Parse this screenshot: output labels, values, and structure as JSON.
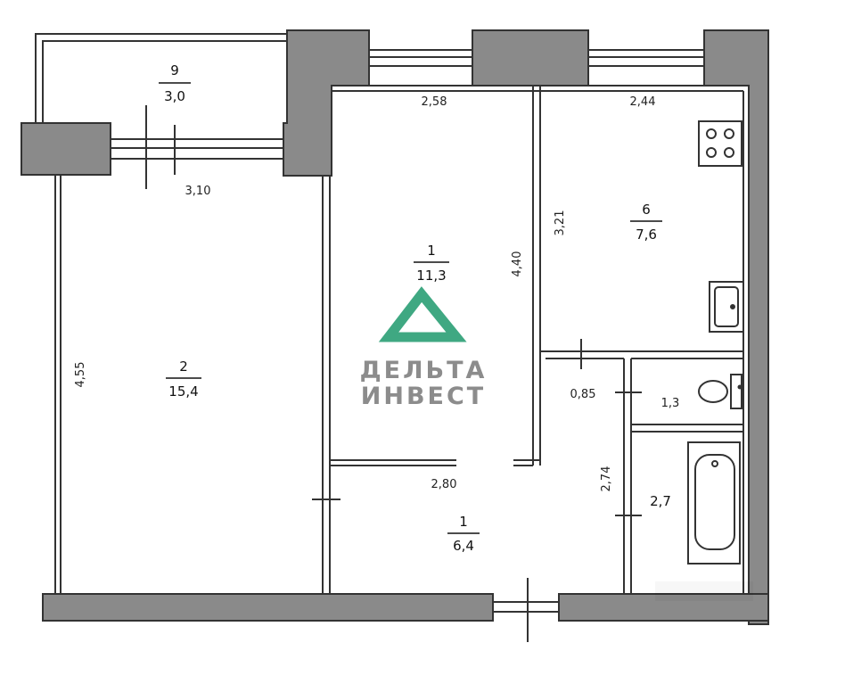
{
  "plan": {
    "wall_color": "#8a8a8a",
    "line_color": "#333333",
    "rooms": [
      {
        "number": "9",
        "area": "3,0"
      },
      {
        "number": "2",
        "area": "15,4"
      },
      {
        "number": "1",
        "area": "11,3"
      },
      {
        "number": "6",
        "area": "7,6"
      },
      {
        "number": "1",
        "area": "6,4"
      },
      {
        "area": "1,3"
      },
      {
        "area": "2,7"
      }
    ],
    "dimensions": {
      "balcony_width": "3,10",
      "room1_top": "2,58",
      "kitchen_top": "2,44",
      "kitchen_side": "3,21",
      "room1_side": "4,40",
      "room2_side": "4,55",
      "hall_width": "2,80",
      "corridor": "0,85",
      "bath_side": "2,74"
    }
  },
  "logo": {
    "name_line1": "ДЕЛЬТА",
    "name_line2": "ИНВЕСТ",
    "color": "#3fa882"
  }
}
